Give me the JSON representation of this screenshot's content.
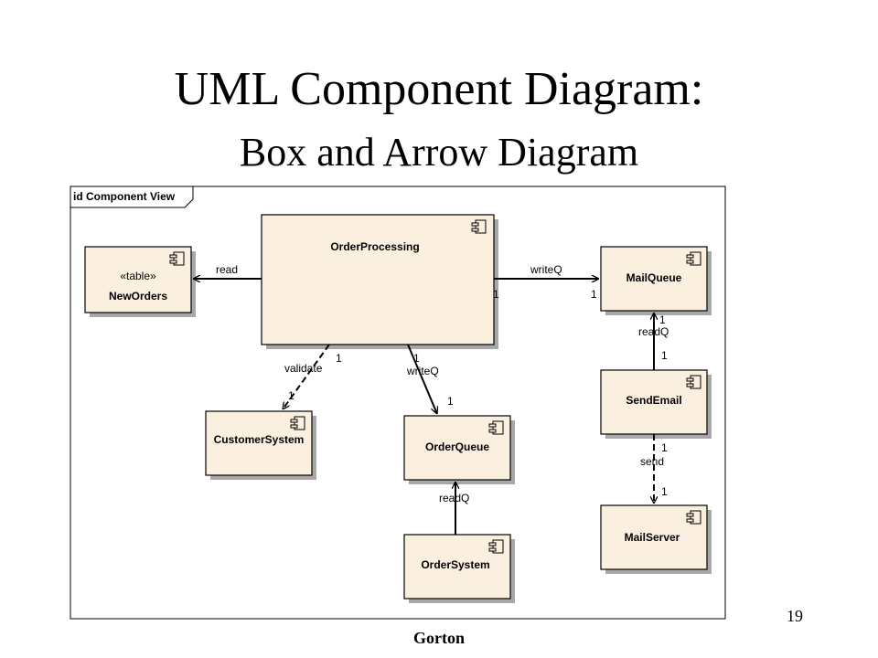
{
  "slide": {
    "title": "UML Component Diagram:",
    "subtitle": "Box and Arrow Diagram",
    "page_number": "19",
    "author": "Gorton"
  },
  "diagram": {
    "frame_label": "id Component View",
    "components": {
      "new_orders": {
        "stereotype": "«table»",
        "name": "NewOrders"
      },
      "order_processing": {
        "name": "OrderProcessing"
      },
      "mail_queue": {
        "name": "MailQueue"
      },
      "customer_system": {
        "name": "CustomerSystem"
      },
      "order_queue": {
        "name": "OrderQueue"
      },
      "send_email": {
        "name": "SendEmail"
      },
      "order_system": {
        "name": "OrderSystem"
      },
      "mail_server": {
        "name": "MailServer"
      }
    },
    "edges": {
      "read": {
        "label": "read"
      },
      "write_mail": {
        "label": "writeQ",
        "mult_source": "1",
        "mult_target": "1"
      },
      "validate": {
        "label": "validate",
        "mult_source": "1",
        "mult_target": "1"
      },
      "write_order": {
        "label": "writeQ",
        "mult_source": "1",
        "mult_target": "1"
      },
      "read_mail": {
        "label": "readQ",
        "mult_source": "1",
        "mult_target": "1"
      },
      "read_order": {
        "label": "readQ"
      },
      "send": {
        "label": "send",
        "mult_source": "1",
        "mult_target": "1"
      }
    },
    "colors": {
      "component_fill": "#fbf0e0",
      "shadow": "#a8a8a8",
      "stroke": "#000000"
    }
  }
}
